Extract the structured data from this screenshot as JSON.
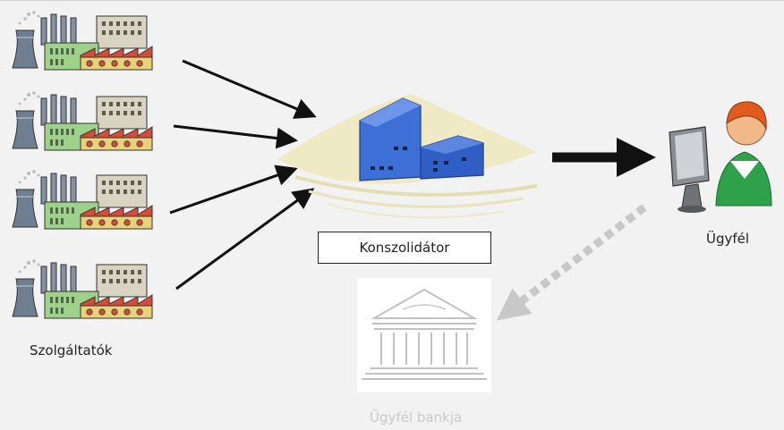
{
  "labels": {
    "providers": "Szolgáltatók",
    "consolidator": "Konszolidátor",
    "client": "Ügyfél",
    "client_bank": "Ügyfél bankja"
  },
  "icons": {
    "provider": "factory-icon",
    "consolidator": "office-building-icon",
    "client": "person-at-computer-icon",
    "bank": "bank-building-icon"
  },
  "colors": {
    "background": "#f2f2f2",
    "arrow": "#111111",
    "faded_arrow": "#c8c8c8",
    "building_blue": "#3d6fd6",
    "sand": "#efe9c4",
    "factory_red": "#d64b3a",
    "factory_green": "#9ed18a"
  }
}
